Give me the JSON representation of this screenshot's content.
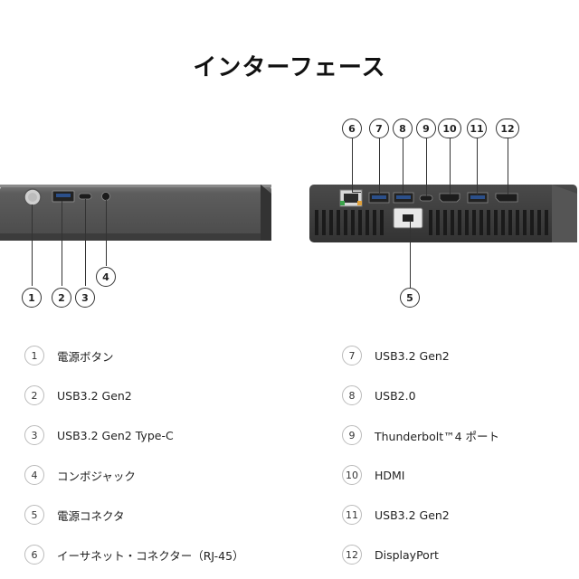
{
  "title": "インターフェース",
  "front_callouts": [
    "1",
    "2",
    "3",
    "4"
  ],
  "rear_callouts": [
    "6",
    "7",
    "8",
    "9",
    "10",
    "11",
    "12"
  ],
  "rear_bottom_callout": "5",
  "legend_left": [
    {
      "num": "1",
      "label": "電源ボタン"
    },
    {
      "num": "2",
      "label": "USB3.2 Gen2"
    },
    {
      "num": "3",
      "label": "USB3.2 Gen2 Type-C"
    },
    {
      "num": "4",
      "label": "コンボジャック"
    },
    {
      "num": "5",
      "label": "電源コネクタ"
    },
    {
      "num": "6",
      "label": "イーサネット・コネクター（RJ-45）"
    }
  ],
  "legend_right": [
    {
      "num": "7",
      "label": "USB3.2 Gen2"
    },
    {
      "num": "8",
      "label": "USB2.0"
    },
    {
      "num": "9",
      "label": "Thunderbolt™4 ポート"
    },
    {
      "num": "10",
      "label": "HDMI"
    },
    {
      "num": "11",
      "label": "USB3.2 Gen2"
    },
    {
      "num": "12",
      "label": "DisplayPort"
    }
  ]
}
